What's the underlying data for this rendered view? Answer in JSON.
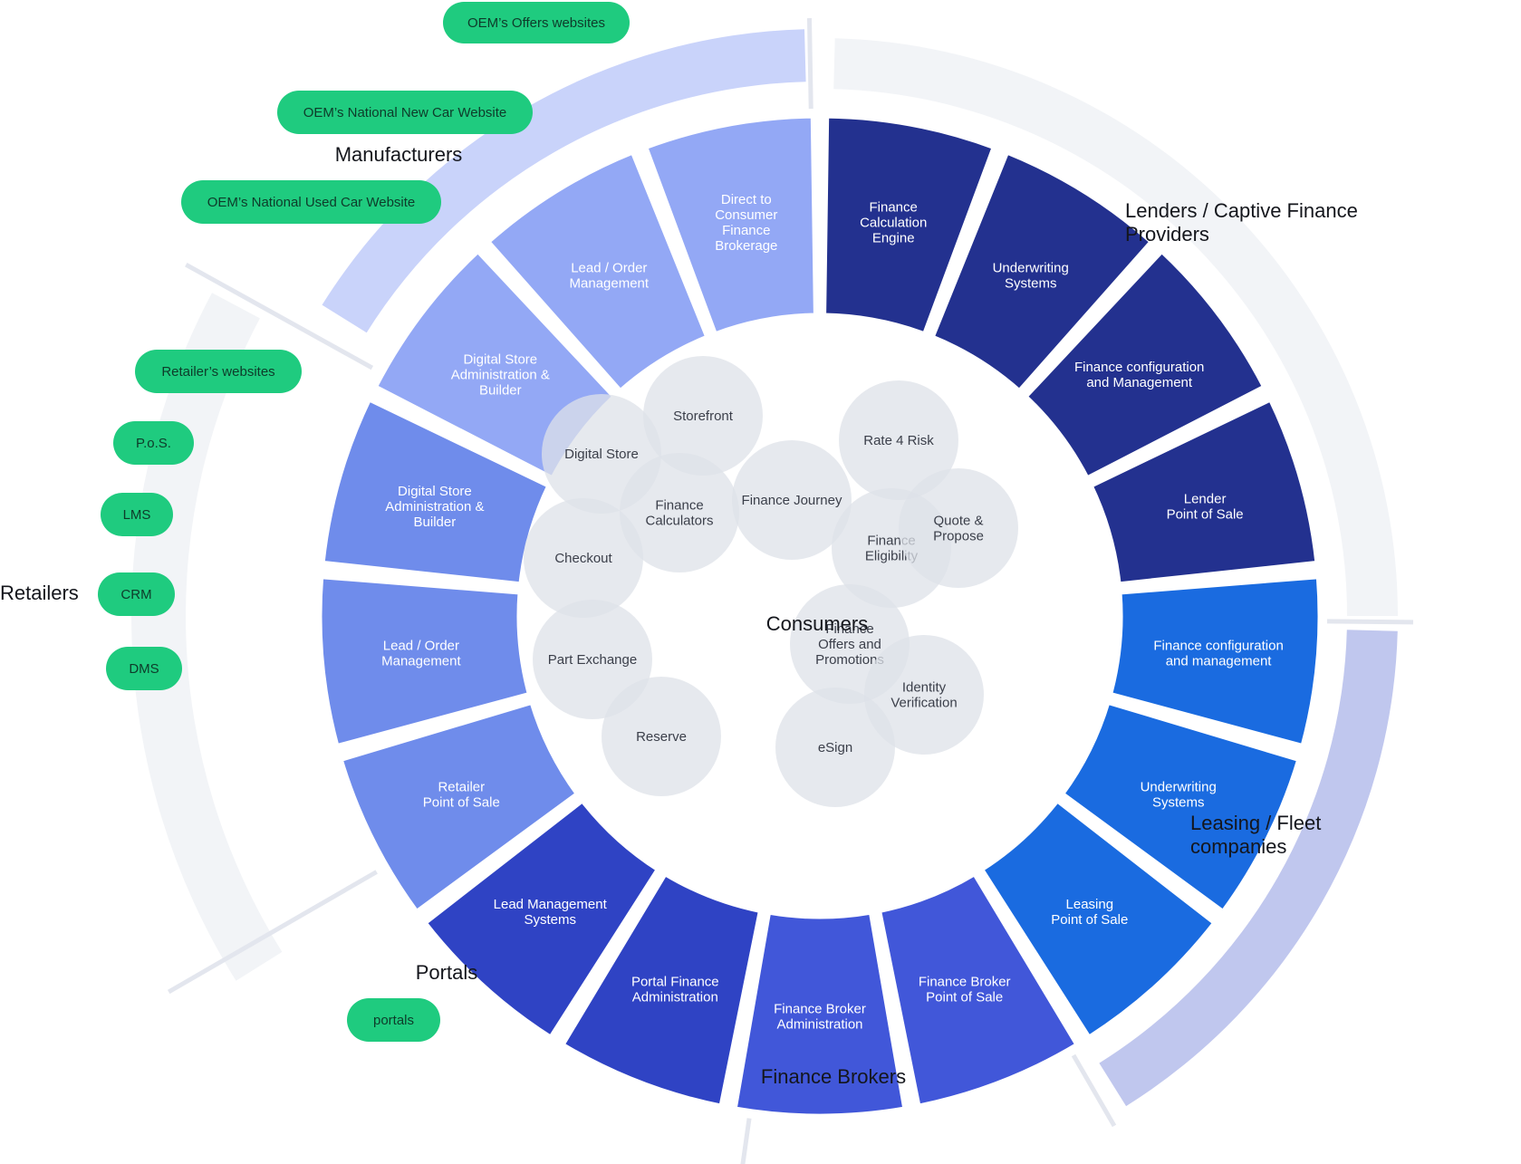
{
  "center_label": "Consumers",
  "colors": {
    "manufacturers": "#93a8f5",
    "retailers": "#6f8ceb",
    "portals": "#2f43c4",
    "finance_brokers": "#4157d9",
    "leasing": "#1a6be0",
    "lenders": "#23318f",
    "pill": "#1fcb7f",
    "bubble": "#dde1e8",
    "band_light": "#f2f4f7",
    "band_manufacturers": "#c9d3fa",
    "band_leasing": "#c0c7ee"
  },
  "groups": [
    {
      "id": "manufacturers",
      "label": "Manufacturers"
    },
    {
      "id": "lenders",
      "label": [
        "Lenders / Captive Finance",
        "Providers"
      ]
    },
    {
      "id": "leasing",
      "label": [
        "Leasing / Fleet",
        "companies"
      ]
    },
    {
      "id": "finance_brokers",
      "label": "Finance Brokers"
    },
    {
      "id": "portals",
      "label": "Portals"
    },
    {
      "id": "retailers",
      "label": "Retailers"
    }
  ],
  "segments": [
    {
      "group": "manufacturers",
      "label": [
        "Direct to",
        "Consumer",
        "Finance",
        "Brokerage"
      ]
    },
    {
      "group": "lenders",
      "label": [
        "Finance",
        "Calculation",
        "Engine"
      ]
    },
    {
      "group": "lenders",
      "label": [
        "Underwriting",
        "Systems"
      ]
    },
    {
      "group": "lenders",
      "label": [
        "Finance configuration",
        "and Management"
      ]
    },
    {
      "group": "lenders",
      "label": [
        "Lender",
        "Point of Sale"
      ]
    },
    {
      "group": "leasing",
      "label": [
        "Finance configuration",
        "and management"
      ]
    },
    {
      "group": "leasing",
      "label": [
        "Underwriting",
        "Systems"
      ]
    },
    {
      "group": "leasing",
      "label": [
        "Leasing",
        "Point of Sale"
      ]
    },
    {
      "group": "finance_brokers",
      "label": [
        "Finance Broker",
        "Point of Sale"
      ]
    },
    {
      "group": "finance_brokers",
      "label": [
        "Finance Broker",
        "Administration"
      ]
    },
    {
      "group": "portals",
      "label": [
        "Portal Finance",
        "Administration"
      ]
    },
    {
      "group": "portals",
      "label": [
        "Lead Management",
        "Systems"
      ]
    },
    {
      "group": "retailers",
      "label": [
        "Retailer",
        "Point of Sale"
      ]
    },
    {
      "group": "retailers",
      "label": [
        "Lead / Order",
        "Management"
      ]
    },
    {
      "group": "retailers",
      "label": [
        "Digital Store",
        "Administration &",
        "Builder"
      ]
    },
    {
      "group": "manufacturers",
      "label": [
        "Digital Store",
        "Administration &",
        "Builder"
      ]
    },
    {
      "group": "manufacturers",
      "label": [
        "Lead / Order",
        "Management"
      ]
    }
  ],
  "bubbles": [
    {
      "label": [
        "Storefront"
      ]
    },
    {
      "label": [
        "Digital Store"
      ]
    },
    {
      "label": [
        "Finance",
        "Calculators"
      ]
    },
    {
      "label": [
        "Checkout"
      ]
    },
    {
      "label": [
        "Part Exchange"
      ]
    },
    {
      "label": [
        "Reserve"
      ]
    },
    {
      "label": [
        "Finance Journey"
      ]
    },
    {
      "label": [
        "Rate 4 Risk"
      ]
    },
    {
      "label": [
        "Finance",
        "Eligibility"
      ]
    },
    {
      "label": [
        "Quote &",
        "Propose"
      ]
    },
    {
      "label": [
        "Finance",
        "Offers and",
        "Promotions"
      ]
    },
    {
      "label": [
        "Identity",
        "Verification"
      ]
    },
    {
      "label": [
        "eSign"
      ]
    }
  ],
  "pills": [
    {
      "label": "OEM’s Offers websites"
    },
    {
      "label": "OEM’s National New Car Website"
    },
    {
      "label": "OEM’s National Used Car Website"
    },
    {
      "label": "Retailer’s websites"
    },
    {
      "label": "P.o.S."
    },
    {
      "label": "LMS"
    },
    {
      "label": "CRM"
    },
    {
      "label": "DMS"
    },
    {
      "label": "portals"
    }
  ]
}
